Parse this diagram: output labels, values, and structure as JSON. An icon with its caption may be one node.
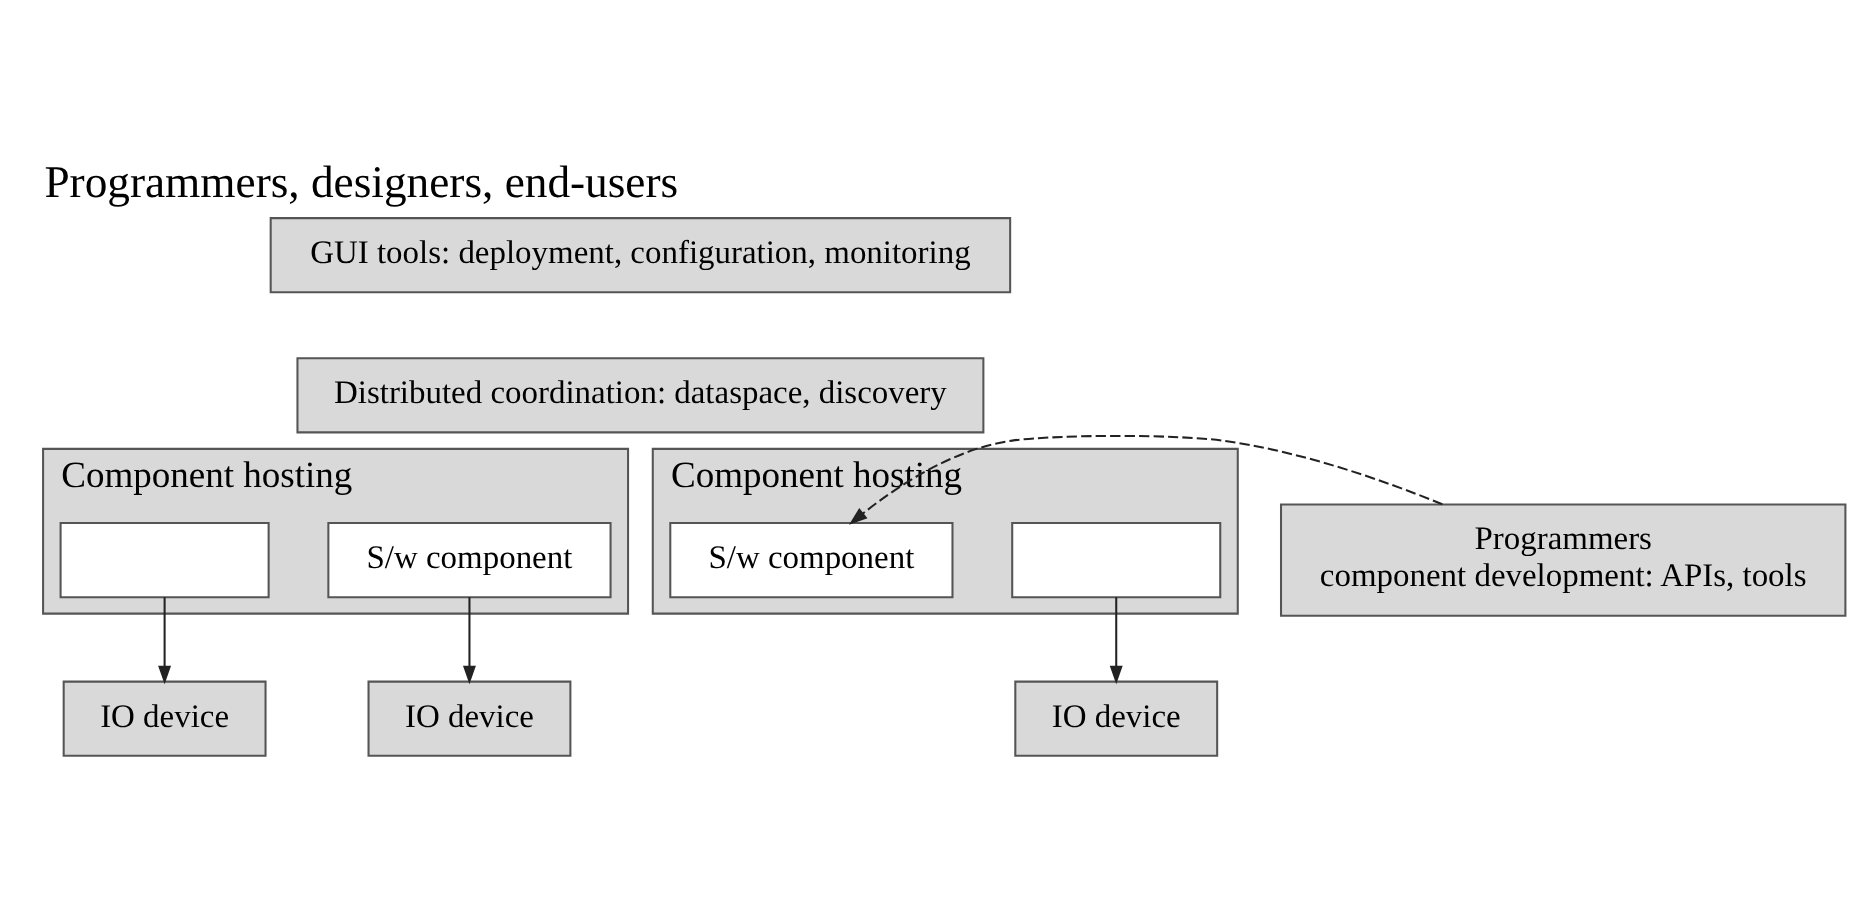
{
  "diagram": {
    "title": "Programmers, designers, end-users",
    "nodes": [
      {
        "text": [
          "GUI tools: deployment, configuration, monitoring"
        ]
      },
      {
        "text": [
          "Distributed coordination: dataspace, discovery"
        ]
      },
      {
        "text": [
          "Component hosting"
        ]
      },
      {
        "text": [],
        "shape": "box",
        "in": 2
      },
      {
        "text": [
          "S/w component"
        ],
        "in": 2
      },
      {
        "text": [
          "Component hosting"
        ]
      },
      {
        "text": [],
        "shape": "box",
        "in": 5
      },
      {
        "text": [
          "S/w component"
        ],
        "in": 5
      },
      {
        "text": [
          "Programmers",
          "component development: APIs, tools"
        ]
      },
      {
        "text": [
          "IO device"
        ]
      },
      {
        "text": [
          "IO device"
        ]
      },
      {
        "text": [
          "IO device"
        ]
      }
    ],
    "edges": [
      {
        "from": 3,
        "to": 9,
        "arrow": "to"
      },
      {
        "from": 4,
        "to": 10,
        "arrow": "to"
      },
      {
        "from": 6,
        "to": 11,
        "arrow": "to"
      },
      {
        "from": 8,
        "to": 7,
        "arrow": "to",
        "style": "dashed"
      }
    ]
  }
}
